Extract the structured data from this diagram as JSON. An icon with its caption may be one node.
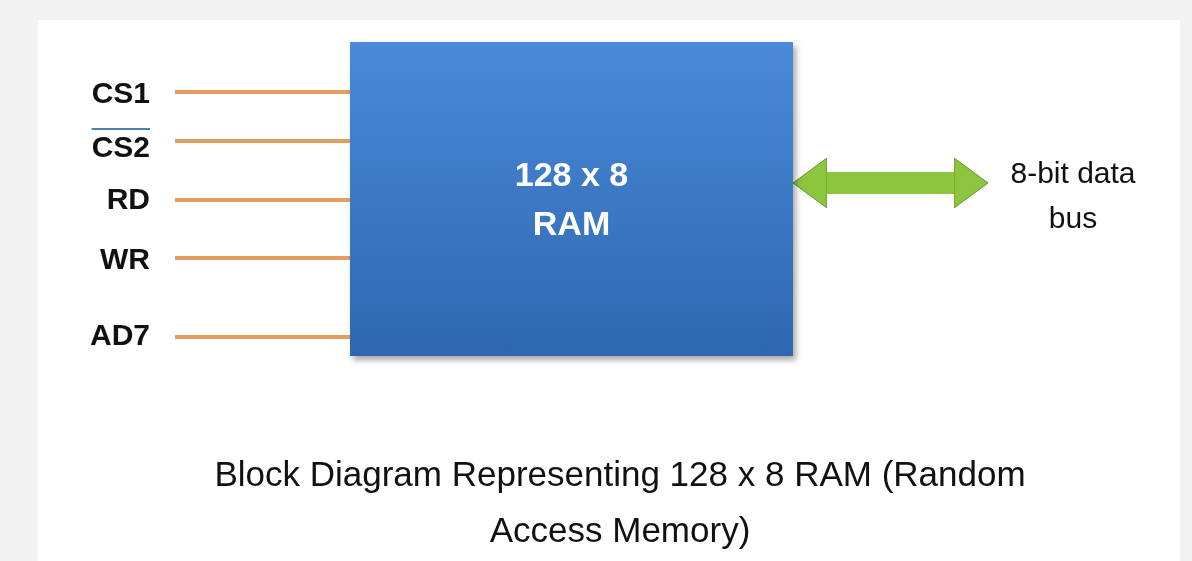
{
  "diagram": {
    "caption": "Block Diagram Representing 128 x 8 RAM (Random Access Memory)",
    "nodes": [
      {
        "text": [
          "128 x 8 RAM"
        ]
      },
      {
        "text": [
          "CS1"
        ]
      },
      {
        "text": [
          "CS2"
        ]
      },
      {
        "text": [
          "RD"
        ]
      },
      {
        "text": [
          "WR"
        ]
      },
      {
        "text": [
          "AD7"
        ]
      },
      {
        "text": [
          "8-bit data bus"
        ]
      }
    ],
    "edges": [
      {
        "from": 1,
        "to": 0,
        "arrow": "none"
      },
      {
        "from": 2,
        "to": 0,
        "arrow": "none"
      },
      {
        "from": 3,
        "to": 0,
        "arrow": "none"
      },
      {
        "from": 4,
        "to": 0,
        "arrow": "none"
      },
      {
        "from": 5,
        "to": 0,
        "arrow": "none"
      },
      {
        "from": 0,
        "to": 6,
        "arrow": "both",
        "style": "thick",
        "color": "#8cc63f"
      }
    ]
  }
}
